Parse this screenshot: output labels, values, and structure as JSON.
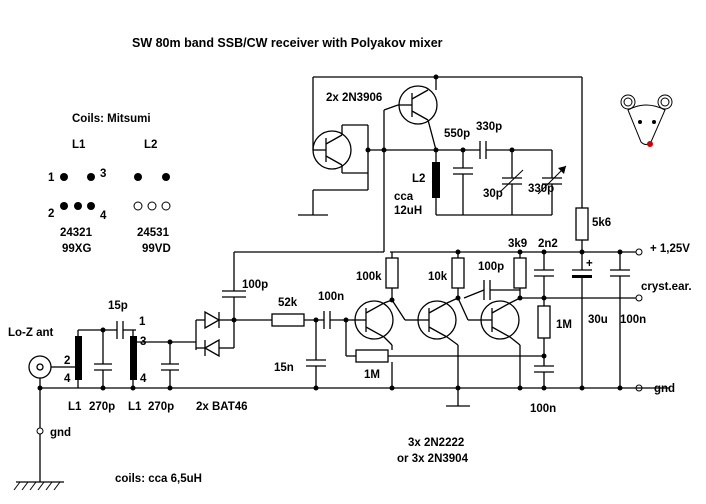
{
  "title": "SW 80m band SSB/CW receiver with Polyakov mixer",
  "coils": {
    "header": "Coils: Mitsumi",
    "l1_name": "L1",
    "l2_name": "L2",
    "pin1": "1",
    "pin2": "2",
    "pin3": "3",
    "pin4": "4",
    "l1_part": "24321",
    "l1_code": "99XG",
    "l2_part": "24531",
    "l2_code": "99VD",
    "note": "coils: cca 6,5uH"
  },
  "pins": {
    "p1": "1",
    "p2": "2",
    "p3": "3",
    "p4": "4"
  },
  "labels": {
    "lo_z_ant": "Lo-Z ant",
    "gnd_left": "gnd",
    "l1_a": "L1",
    "c270_a": "270p",
    "l1_b": "L1",
    "c270_b": "270p",
    "c15p": "15p",
    "diodes": "2x BAT46",
    "c100p_mix": "100p",
    "pnp": "2x 2N3906",
    "c550p": "550p",
    "c330p": "330p",
    "l2": "L2",
    "l2_val_a": "cca",
    "l2_val_b": "12uH",
    "c30p": "30p",
    "c330p_var": "330p",
    "r5k6": "5k6",
    "supply": "+ 1,25V",
    "r52k": "52k",
    "c100n_in": "100n",
    "c15n": "15n",
    "r1m_fb": "1M",
    "r100k": "100k",
    "r10k": "10k",
    "c100p_amp": "100p",
    "r3k9": "3k9",
    "c2n2": "2n2",
    "r1m_b": "1M",
    "c30u": "30u",
    "c100n_sup": "100n",
    "earphone": "cryst.ear.",
    "gnd_right": "gnd",
    "c100n_bot": "100n",
    "npn_a": "3x 2N2222",
    "npn_b": "or 3x 2N3904",
    "plus": "+"
  }
}
